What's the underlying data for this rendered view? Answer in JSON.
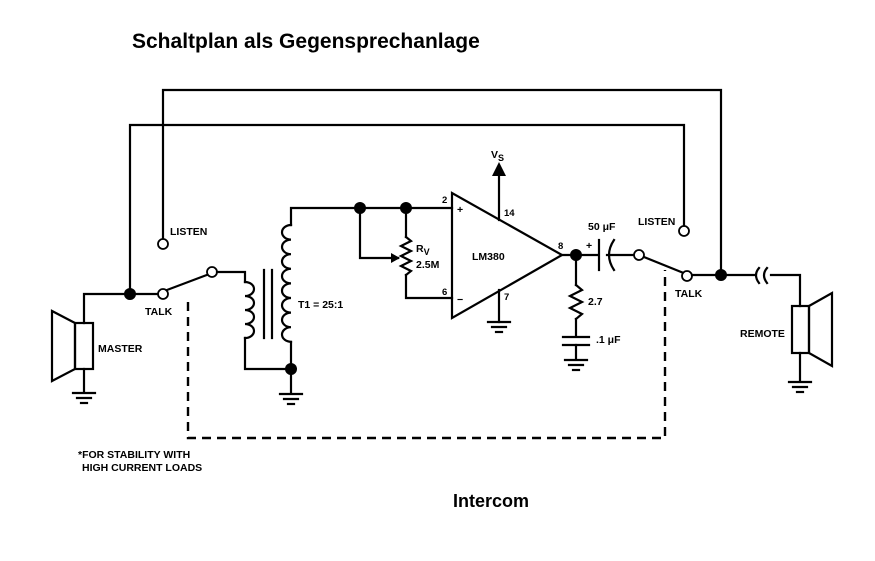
{
  "title": "Schaltplan als Gegensprechanlage",
  "caption": "Intercom",
  "labels": {
    "listen_left": "LISTEN",
    "talk_left": "TALK",
    "master": "MASTER",
    "transformer": "T1 = 25:1",
    "rv_name": "R",
    "rv_sub": "V",
    "rv_value": "2.5M",
    "vs_name": "V",
    "vs_sub": "S",
    "amp": "LM380",
    "pin2": "2",
    "pin6": "6",
    "pin14": "14",
    "pin7": "7",
    "pin8": "8",
    "plus": "+",
    "minus": "−",
    "cap_out": "50 μF",
    "cap_plus": "+",
    "resistor": "2.7",
    "cap_small": ".1 μF",
    "listen_right": "LISTEN",
    "talk_right": "TALK",
    "remote": "REMOTE",
    "footnote_line1": "*FOR STABILITY WITH",
    "footnote_line2": "HIGH CURRENT LOADS"
  }
}
